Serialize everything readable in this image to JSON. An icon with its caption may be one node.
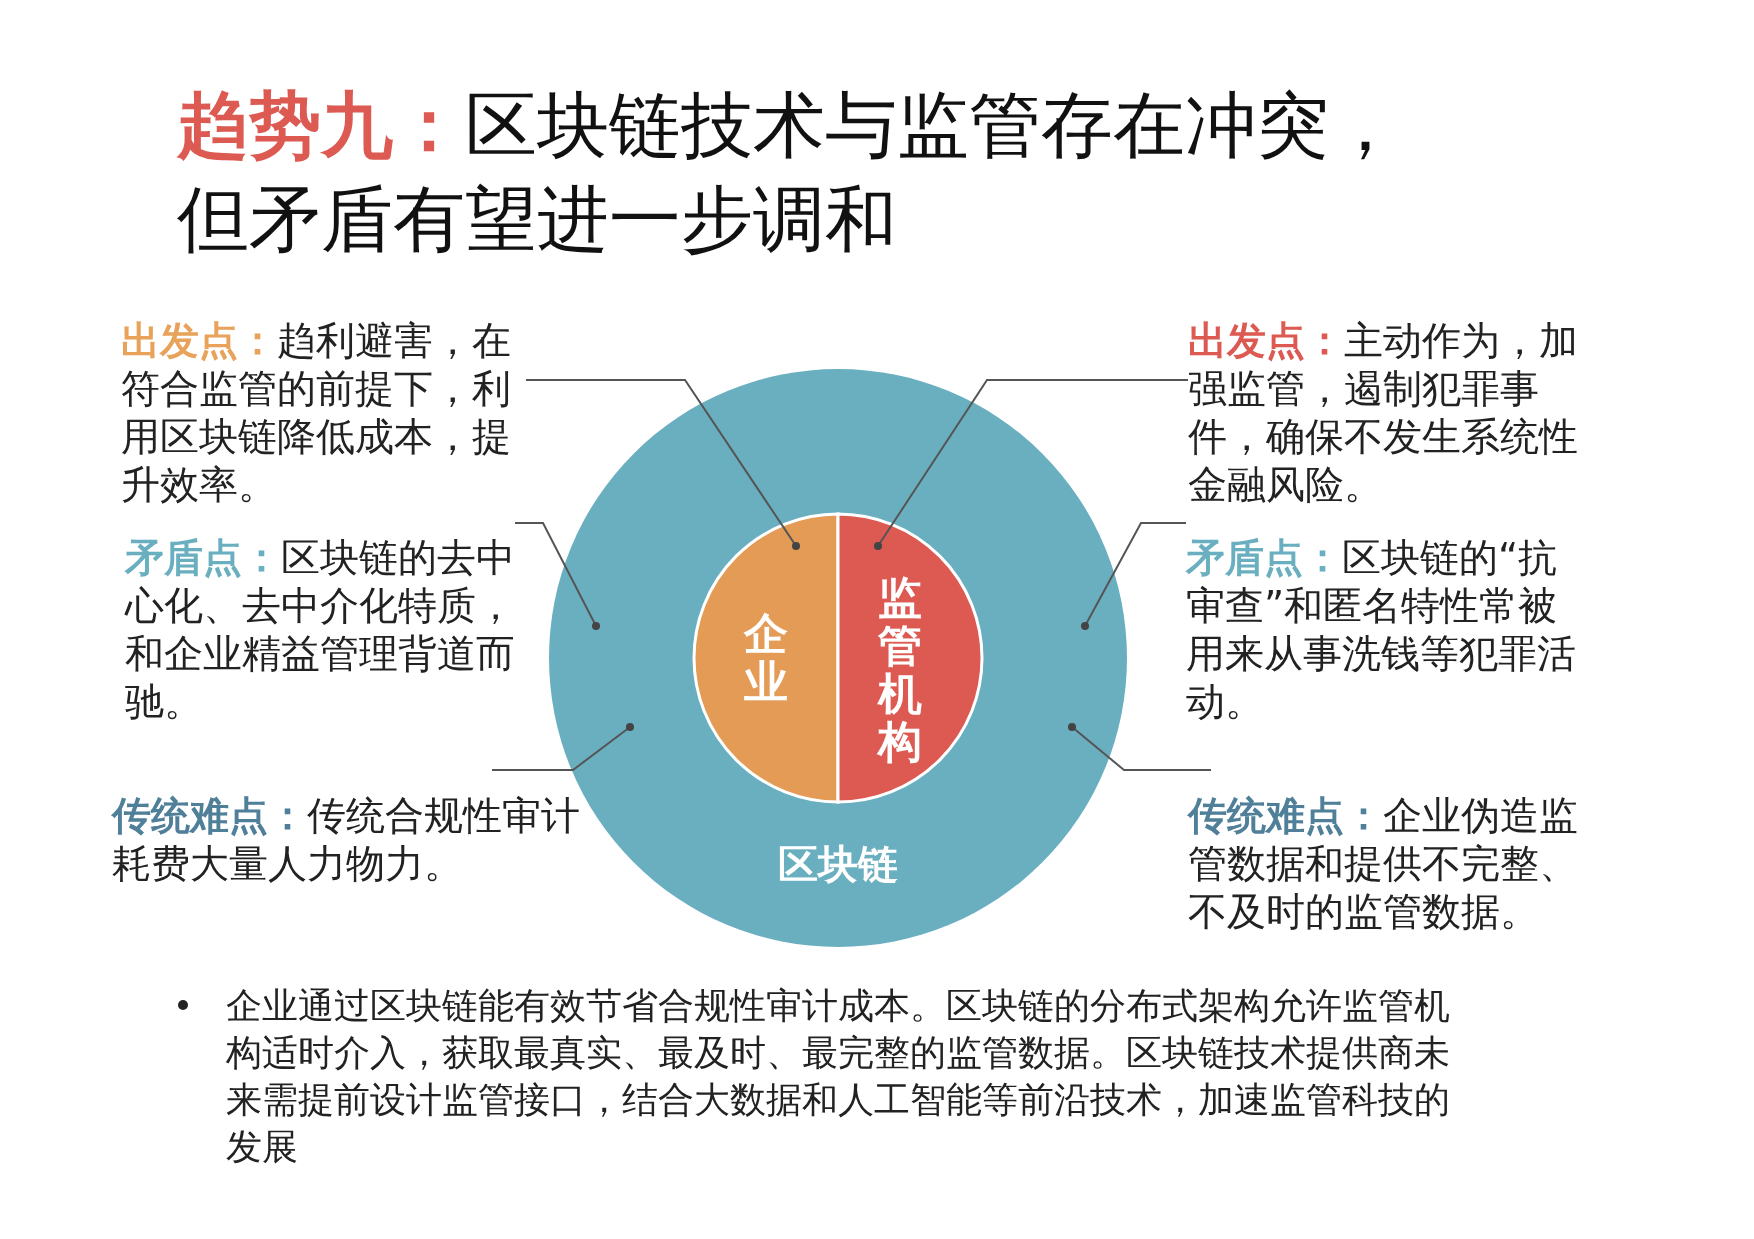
{
  "diagram": {
    "title": "**趋势九：**区块链技术与监管存在冲突，但矛盾有望进一步调和",
    "nodes": [
      {
        "text": [
          "区块链"
        ]
      },
      {
        "text": [
          "企业"
        ],
        "in": 0
      },
      {
        "text": [
          "监管机构"
        ],
        "in": 0
      },
      {
        "text": [
          "**出发点：**趋利避害，在符合监管的前提下，利用区块链降低成本，提升效率。"
        ]
      },
      {
        "text": [
          "**出发点：**主动作为，加强监管，遏制犯罪事件，确保不发生系统性金融风险。"
        ]
      },
      {
        "text": [
          "**矛盾点：**区块链的去中心化、去中介化特质，和企业精益管理背道而驰。"
        ]
      },
      {
        "text": [
          "**矛盾点：**区块链的“抗审查”和匿名特性常被用来从事洗钱等犯罪活动。"
        ]
      },
      {
        "text": [
          "**传统难点：**传统合规性审计耗费大量人力物力。"
        ]
      },
      {
        "text": [
          "**传统难点：**企业伪造监管数据和提供不完整、不及时的监管数据。"
        ]
      }
    ],
    "edges": [
      {
        "from": 3,
        "to": 1,
        "arrow": "other"
      },
      {
        "from": 4,
        "to": 2,
        "arrow": "other"
      },
      {
        "from": 5,
        "to": 0,
        "arrow": "other"
      },
      {
        "from": 6,
        "to": 0,
        "arrow": "other"
      },
      {
        "from": 7,
        "to": 0,
        "arrow": "other"
      },
      {
        "from": 8,
        "to": 0,
        "arrow": "other"
      }
    ],
    "labels": [
      "企业通过区块链能有效节省合规性审计成本。区块链的分布式架构允许监管机构适时介入，获取最真实、最及时、最完整的监管数据。区块链技术提供商未来需提前设计监管接口，结合大数据和人工智能等前沿技术，加速监管科技的发展"
    ]
  }
}
